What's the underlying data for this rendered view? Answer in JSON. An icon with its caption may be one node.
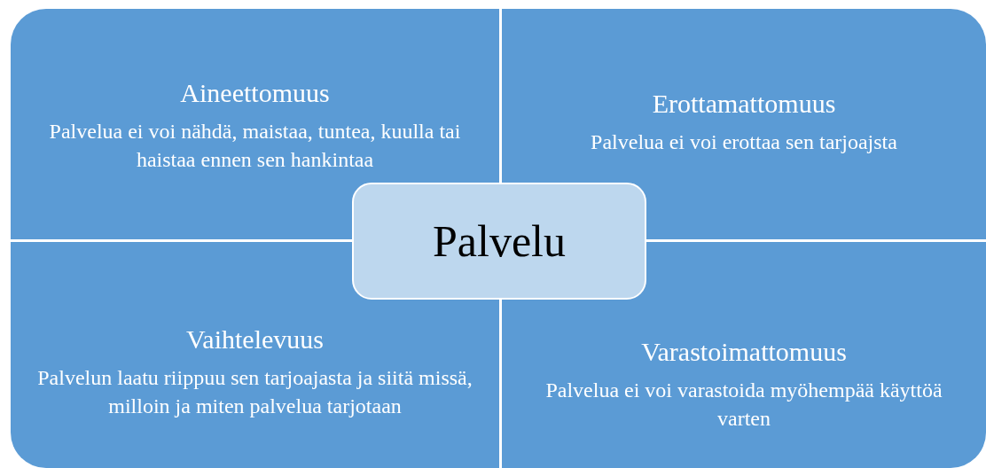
{
  "diagram": {
    "nodes": [
      {
        "text": [
          "Aineettomuus",
          "Palvelua ei voi nähdä, maistaa, tuntea, kuulla tai haistaa ennen sen hankintaa"
        ]
      },
      {
        "text": [
          "Erottamattomuus",
          "Palvelua ei voi erottaa sen tarjoajsta"
        ]
      },
      {
        "text": [
          "Palvelu"
        ]
      },
      {
        "text": [
          "Vaihtelevuus",
          "Palvelun laatu riippuu sen tarjoajasta ja siitä missä, milloin ja miten palvelua tarjotaan"
        ]
      },
      {
        "text": [
          "Varastoimattomuus",
          "Palvelua ei voi varastoida myöhempää käyttöä varten"
        ]
      }
    ]
  }
}
